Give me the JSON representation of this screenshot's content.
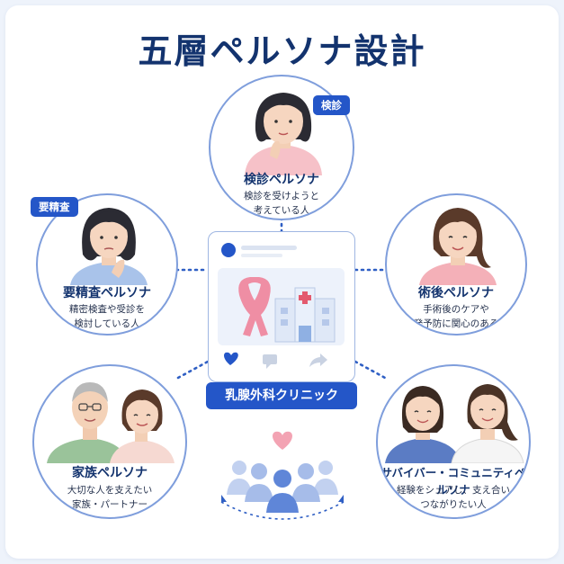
{
  "title": "五層ペルソナ設計",
  "center": {
    "label": "乳腺外科クリニック",
    "icons": [
      "avatar-dot-icon",
      "pink-ribbon-icon",
      "hospital-icon",
      "heart-icon",
      "comment-icon",
      "share-icon"
    ]
  },
  "personas": {
    "kenshin": {
      "badge": "検診",
      "name": "検診ペルソナ",
      "desc": [
        "検診を受けようと",
        "考えている人"
      ]
    },
    "yoseisa": {
      "badge": "要精査",
      "name": "要精査ペルソナ",
      "desc": [
        "精密検査や受診を",
        "検討している人"
      ]
    },
    "jutsugo": {
      "name": "術後ペルソナ",
      "desc": [
        "手術後のケアや",
        "再発予防に関心のある人"
      ]
    },
    "kazoku": {
      "name": "家族ペルソナ",
      "desc": [
        "大切な人を支えたい",
        "家族・パートナー"
      ]
    },
    "survivor": {
      "name": "サバイバー・コミュニティペルソナ",
      "desc": [
        "経験をシェアし、支え合い",
        "つながりたい人"
      ]
    }
  },
  "colors": {
    "navy": "#13336e",
    "blue": "#2456c8",
    "circle_border": "#7f9edc",
    "pink": "#f2a3b3",
    "ribbon": "#ef8ea4",
    "background": "#eef3fb"
  }
}
